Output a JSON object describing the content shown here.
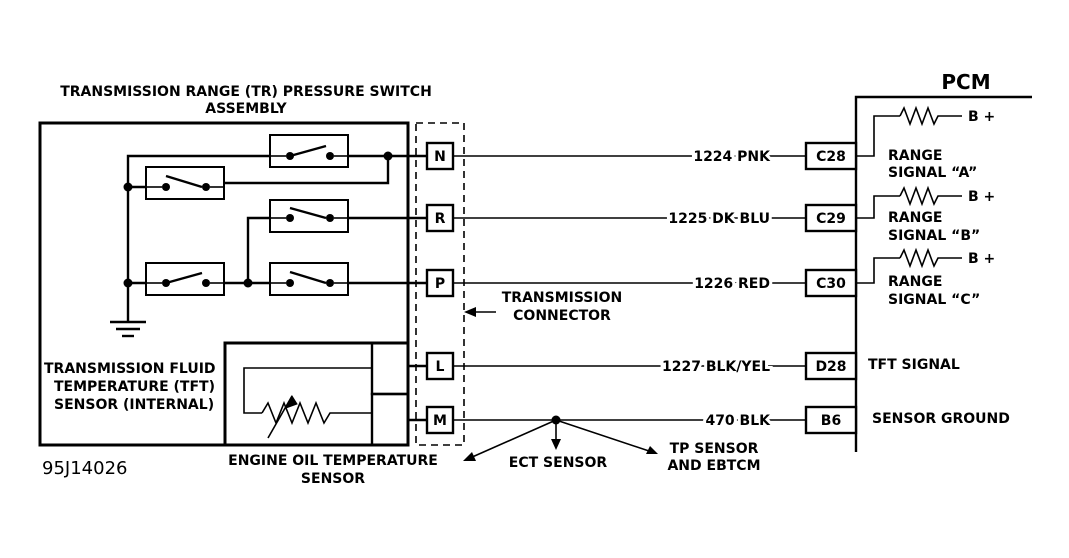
{
  "title_line1": "TRANSMISSION RANGE (TR) PRESSURE SWITCH",
  "title_line2": "ASSEMBLY",
  "pcm_label": "PCM",
  "tft_label": [
    "TRANSMISSION FLUID",
    "TEMPERATURE (TFT)",
    "SENSOR (INTERNAL)"
  ],
  "eot_label": [
    "ENGINE OIL TEMPERATURE",
    "SENSOR"
  ],
  "connector_label": [
    "TRANSMISSION",
    "CONNECTOR"
  ],
  "ect_label": "ECT SENSOR",
  "tp_label": [
    "TP SENSOR",
    "AND EBTCM"
  ],
  "figure_id": "95J14026",
  "pins": [
    "N",
    "R",
    "P",
    "L",
    "M"
  ],
  "wires": [
    "1224 PNK",
    "1225 DK BLU",
    "1226 RED",
    "1227 BLK/YEL",
    "470 BLK"
  ],
  "pcm_terminals": [
    "C28",
    "C29",
    "C30",
    "D28",
    "B6"
  ],
  "pcm_signals": [
    [
      "RANGE",
      "SIGNAL “A”"
    ],
    [
      "RANGE",
      "SIGNAL “B”"
    ],
    [
      "RANGE",
      "SIGNAL “C”"
    ],
    [
      "TFT SIGNAL"
    ],
    [
      "SENSOR GROUND"
    ]
  ],
  "supply": "B +"
}
